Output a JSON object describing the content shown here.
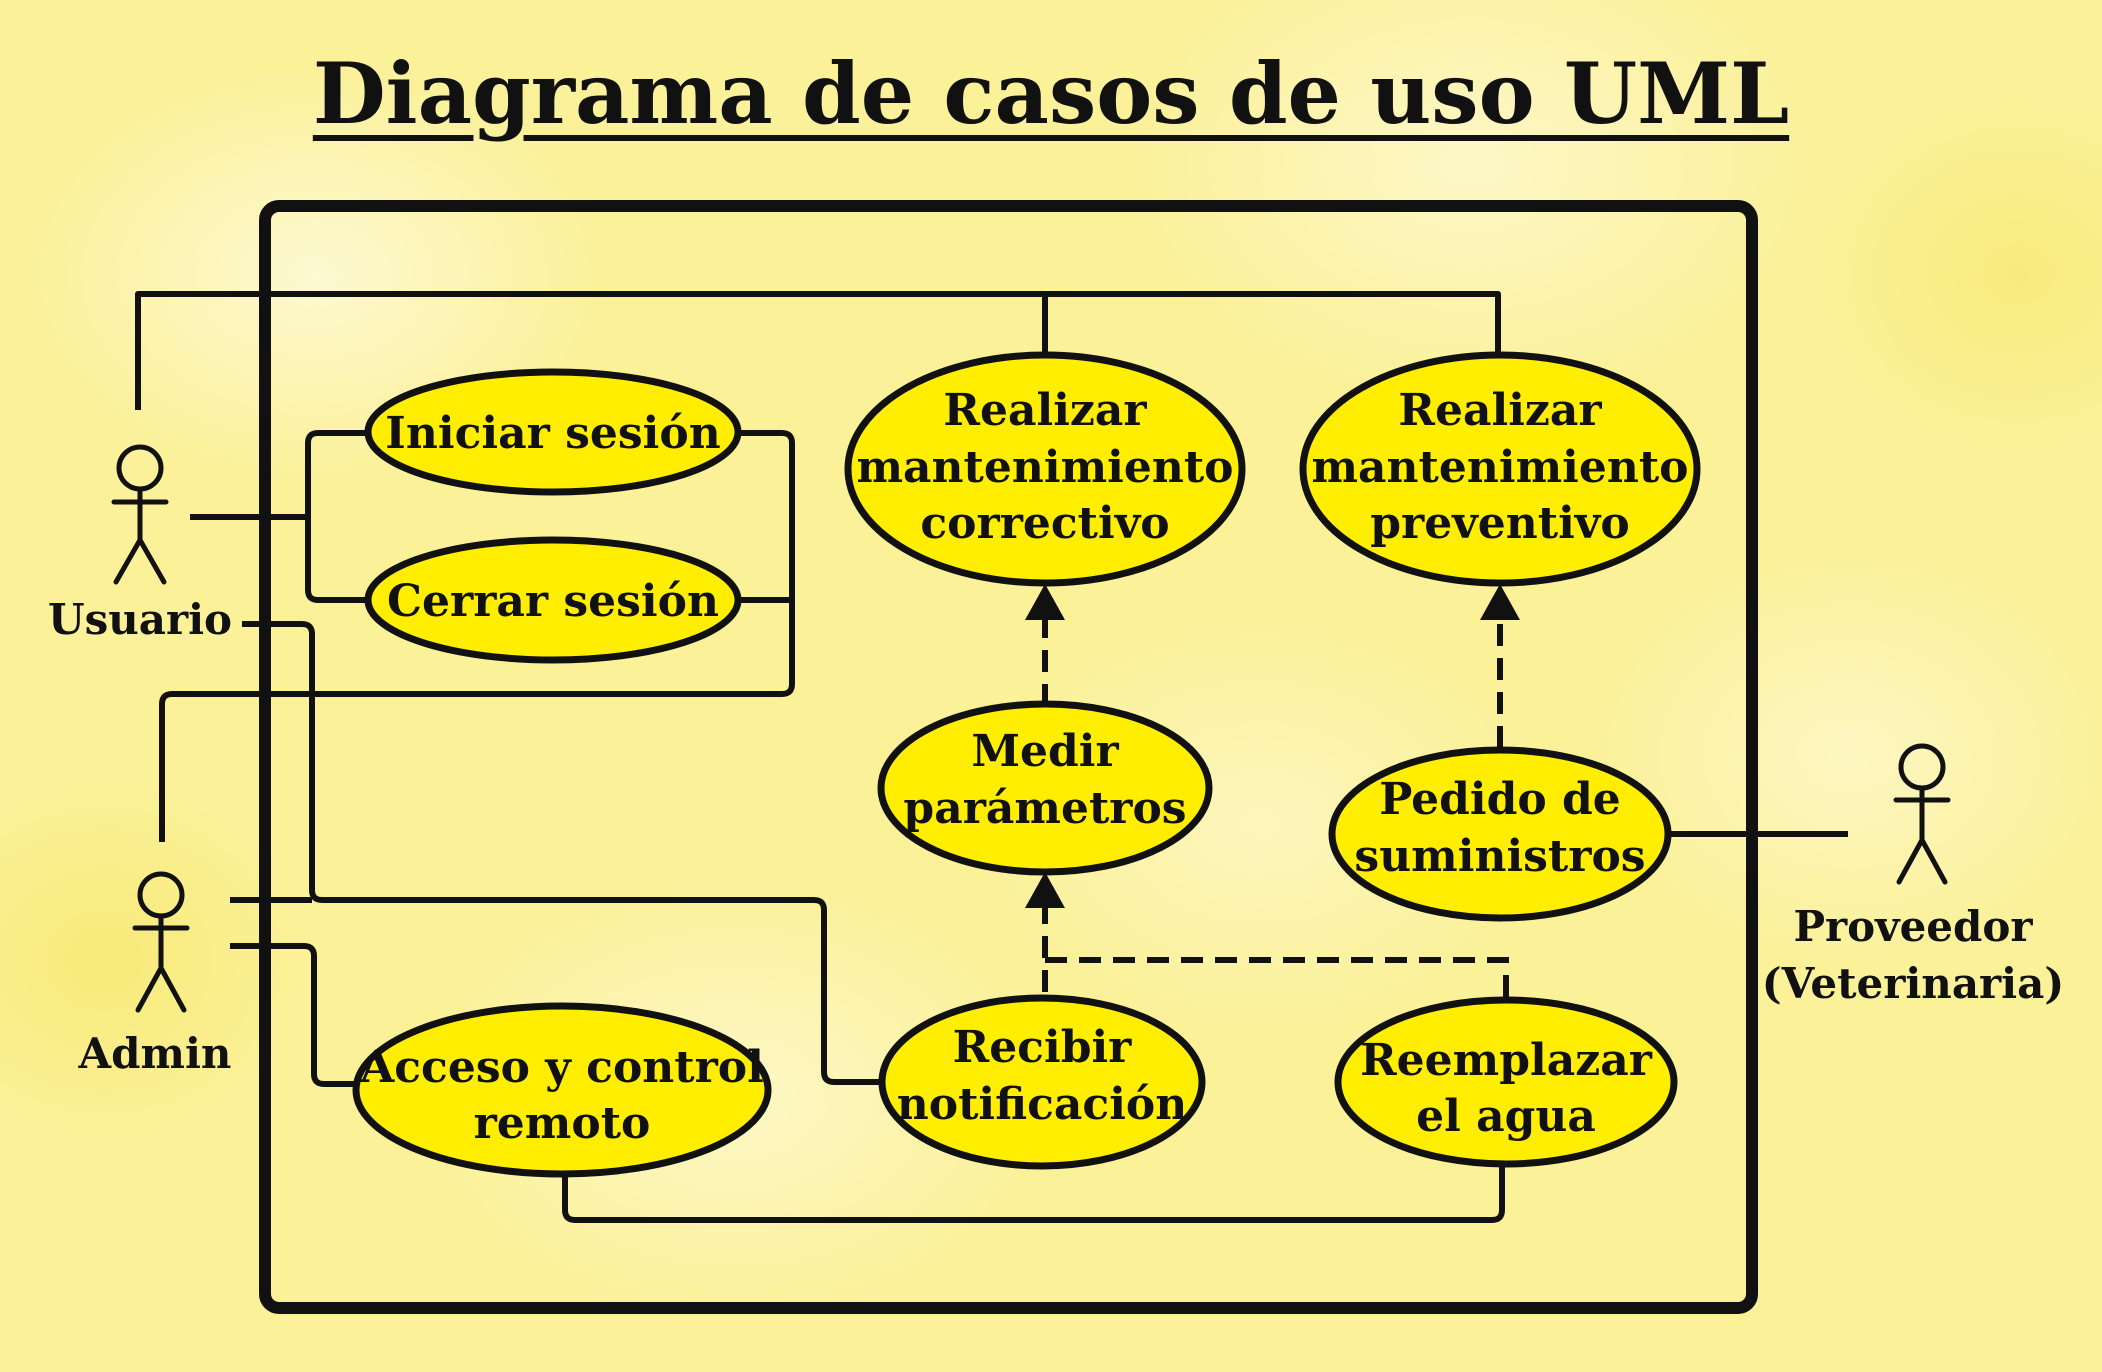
{
  "title": "Diagrama de casos de uso UML",
  "colors": {
    "usecase_fill": "#ffee00",
    "stroke": "#111111",
    "background": "#fbf199"
  },
  "actors": {
    "usuario": "Usuario",
    "admin": "Admin",
    "proveedor_line1": "Proveedor",
    "proveedor_line2": "(Veterinaria)"
  },
  "use_cases": {
    "iniciar_sesion": [
      "Iniciar sesión"
    ],
    "cerrar_sesion": [
      "Cerrar sesión"
    ],
    "mant_correctivo": [
      "Realizar",
      "mantenimiento",
      "correctivo"
    ],
    "mant_preventivo": [
      "Realizar",
      "mantenimiento",
      "preventivo"
    ],
    "medir_parametros": [
      "Medir",
      "parámetros"
    ],
    "pedido_suministros": [
      "Pedido de",
      "suministros"
    ],
    "acceso_control": [
      "Acceso y control",
      "remoto"
    ],
    "recibir_notificacion": [
      "Recibir",
      "notificación"
    ],
    "reemplazar_agua": [
      "Reemplazar",
      "el agua"
    ]
  }
}
